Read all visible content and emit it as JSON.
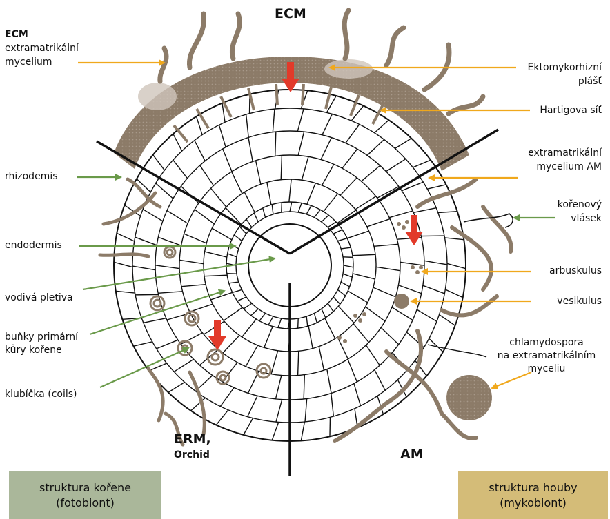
{
  "section_headers": {
    "ecm": "ECM",
    "erm": "ERM",
    "erm_sep": ",",
    "orchid": "Orchid",
    "am": "AM"
  },
  "labels_left": {
    "ecm_bold": "ECM",
    "ecm_line1": "extramatrikální",
    "ecm_line2": "mycelium",
    "rhizodemis": "rhizodemis",
    "endodermis": "endodermis",
    "vodiva": "vodivá pletiva",
    "bunky_line1": "buňky primární",
    "bunky_line2": "kůry kořene",
    "klubicka": "klubíčka (coils)"
  },
  "labels_right": {
    "ektomyk_line1": "Ektomykorhizní",
    "ektomyk_line2": "plášť",
    "hartig": "Hartigova síť",
    "extraAM_line1": "extramatrikální",
    "extraAM_line2": "mycelium AM",
    "vlasek_line1": "kořenový",
    "vlasek_line2": "vlásek",
    "arbuskulus": "arbuskulus",
    "vesikulus": "vesikulus",
    "chlam_line1": "chlamydospora",
    "chlam_line2": "na extramatrikálním",
    "chlam_line3": "myceliu"
  },
  "legend": {
    "plant_line1": "struktura kořene",
    "plant_line2": "(fotobiont)",
    "fungus_line1": "struktura houby",
    "fungus_line2": "(mykobiont)"
  },
  "colors": {
    "fungus_brown": "#8c7b68",
    "arrow_orange": "#f0a81c",
    "arrow_green": "#6a9a4a",
    "arrow_red": "#e23a2a",
    "plant_box": "#aab79a",
    "fungus_box": "#d4bc78"
  }
}
